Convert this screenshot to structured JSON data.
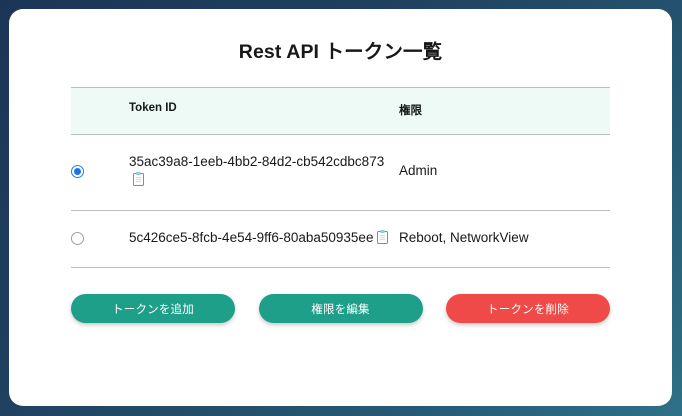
{
  "page": {
    "title": "Rest API トークン一覧",
    "frame_gradient_start": "#1b3557",
    "frame_gradient_end": "#2e7187",
    "card_background": "#ffffff"
  },
  "table": {
    "header_background": "#eefaf6",
    "columns": [
      {
        "key": "select",
        "label": ""
      },
      {
        "key": "token_id",
        "label": "Token ID"
      },
      {
        "key": "permission",
        "label": "権限"
      }
    ],
    "rows": [
      {
        "selected": true,
        "token_id": "35ac39a8-1eeb-4bb2-84d2-cb542cdbc873",
        "copy_icon": "clipboard-icon",
        "permission": "Admin"
      },
      {
        "selected": false,
        "token_id": "5c426ce5-8fcb-4e54-9ff6-80aba50935ee",
        "copy_icon": "clipboard-icon",
        "permission": "Reboot, NetworkView"
      }
    ]
  },
  "buttons": {
    "add_token": {
      "label": "トークンを追加",
      "color": "#1d9f89"
    },
    "edit_permission": {
      "label": "権限を編集",
      "color": "#1d9f89"
    },
    "delete_token": {
      "label": "トークンを削除",
      "color": "#ef4a47"
    }
  },
  "radio": {
    "checked_color": "#1a73ee",
    "unchecked_border": "#9aa0a4"
  }
}
